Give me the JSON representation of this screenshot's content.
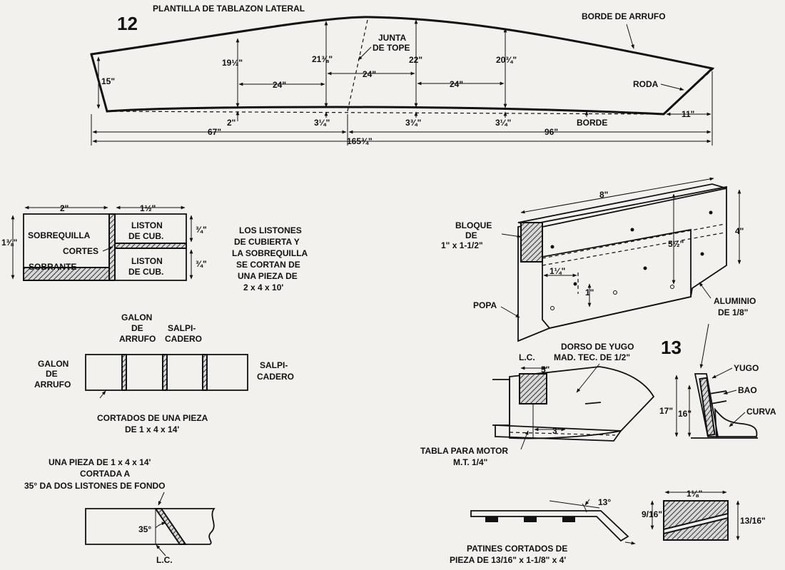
{
  "fig12": {
    "number": "12",
    "title": "PLANTILLA DE TABLAZON LATERAL",
    "sheer_edge": "BORDE DE ARRUFO",
    "butt_joint": [
      "JUNTA",
      "DE TOPE"
    ],
    "stem": "RODA",
    "bottom_edge": "BORDE",
    "heights": [
      "15\"",
      "19½\"",
      "21⅜\"",
      "22\"",
      "20¾\""
    ],
    "spacings": [
      "24\"",
      "24\"",
      "24\""
    ],
    "offsets": [
      "2\"",
      "3¼\"",
      "3¾\"",
      "3¼\""
    ],
    "stem_dim": "11\"",
    "bottom_dims": [
      "67\"",
      "96\""
    ],
    "total": "165¾\""
  },
  "cut_diagram": {
    "w_left": "2\"",
    "w_right": "1½\"",
    "height": "1⅜\"",
    "keelson": "SOBREQUILLA",
    "cuts": "CORTES",
    "waste": "SOBRANTE",
    "deck_strip": [
      "LISTON",
      "DE CUB."
    ],
    "strip_h": "¾\"",
    "note": [
      "LOS LISTONES",
      "DE CUBIERTA Y",
      "LA SOBREQUILLA",
      "SE CORTAN DE",
      "UNA PIEZA DE",
      "2 x 4 x 10'"
    ]
  },
  "trim": {
    "top_left": [
      "GALON",
      "DE",
      "ARRUFO"
    ],
    "top_right": [
      "SALPI-",
      "CADERO"
    ],
    "left": [
      "GALON",
      "DE",
      "ARRUFO"
    ],
    "right": [
      "SALPI-",
      "CADERO"
    ],
    "caption": [
      "CORTADOS DE UNA PIEZA",
      "DE 1 x 4 x 14'"
    ]
  },
  "bottom_strips": {
    "caption": [
      "UNA PIEZA DE 1 x 4 x 14'",
      "CORTADA A",
      "35° DA DOS LISTONES DE FONDO"
    ],
    "angle": "35°",
    "lc": "L.C."
  },
  "block": {
    "label": [
      "BLOQUE",
      "DE",
      "1\" x 1-1/2\""
    ],
    "length": "8\"",
    "height": "4\"",
    "inner": "5½\"",
    "edge": "1¼\"",
    "hole": "1\"",
    "transom": "POPA",
    "aluminum": [
      "ALUMINIO",
      "DE 1/8\""
    ]
  },
  "fig13": {
    "number": "13",
    "back": [
      "DORSO DE YUGO",
      "MAD. TEC. DE 1/2\""
    ],
    "lc": "L.C.",
    "w5": "5\"",
    "w3": "3\"",
    "motor": [
      "TABLA PARA MOTOR",
      "M.T. 1/4\""
    ],
    "yoke": "YUGO",
    "beam": "BAO",
    "knee": "CURVA",
    "h17": "17\"",
    "h16": "16\""
  },
  "skids": {
    "angle": "13°",
    "caption": [
      "PATINES CORTADOS DE",
      "PIEZA DE 13/16\" x 1-1/8\" x 4'"
    ],
    "w": "1⅛\"",
    "h_small": "9/16\"",
    "h_big": "13/16\""
  }
}
